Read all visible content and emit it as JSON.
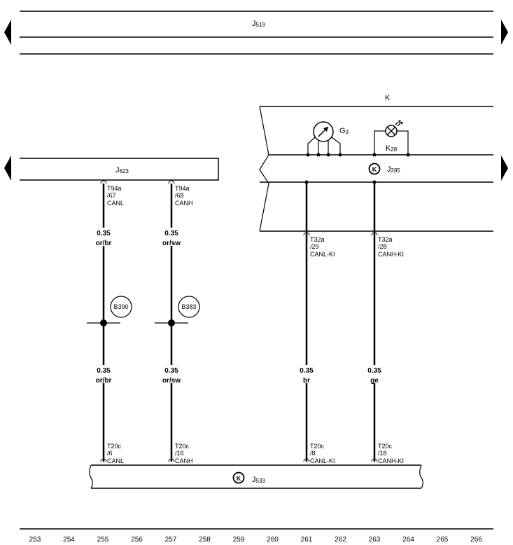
{
  "components": {
    "j519": {
      "name": "J",
      "sub": "519"
    },
    "k": {
      "name": "K"
    },
    "g3": {
      "name": "G",
      "sub": "3"
    },
    "k28": {
      "name": "K",
      "sub": "28"
    },
    "j285": {
      "name": "J",
      "sub": "285"
    },
    "j623": {
      "name": "J",
      "sub": "623"
    },
    "j533": {
      "name": "J",
      "sub": "533"
    },
    "k_symbol": "K"
  },
  "wires": [
    {
      "top_pin": [
        "T94a",
        "/67",
        "CANL"
      ],
      "size_upper": "0.35",
      "color_upper": "or/br",
      "splice": "B390",
      "size_lower": "0.35",
      "color_lower": "or/br",
      "bottom_pin": [
        "T20c",
        "/6",
        "CANL"
      ]
    },
    {
      "top_pin": [
        "T94a",
        "/68",
        "CANH"
      ],
      "size_upper": "0.35",
      "color_upper": "or/sw",
      "splice": "B383",
      "size_lower": "0.35",
      "color_lower": "or/sw",
      "bottom_pin": [
        "T20c",
        "/16",
        "CANH"
      ]
    },
    {
      "top_pin": [
        "T32a",
        "/29",
        "CANL-KI"
      ],
      "size_lower": "0.35",
      "color_lower": "br",
      "bottom_pin": [
        "T20c",
        "/8",
        "CANL-KI"
      ]
    },
    {
      "top_pin": [
        "T32a",
        "/28",
        "CANH-KI"
      ],
      "size_lower": "0.35",
      "color_lower": "ge",
      "bottom_pin": [
        "T20c",
        "/18",
        "CANH-KI"
      ]
    }
  ],
  "grid_numbers": [
    "253",
    "254",
    "255",
    "256",
    "257",
    "258",
    "259",
    "260",
    "261",
    "262",
    "263",
    "264",
    "265",
    "266"
  ],
  "colors": {
    "line": "#000000",
    "background": "#ffffff"
  }
}
